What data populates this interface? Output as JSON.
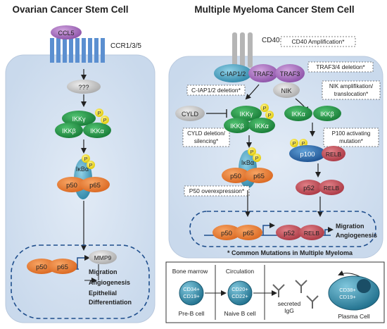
{
  "left_panel": {
    "title": "Ovarian Cancer Stem Cell",
    "ligand": "CCL5",
    "receptor": "CCR1/3/5",
    "unknown": "???",
    "ikk_gamma": "IKKγ",
    "ikk_beta": "IKKβ",
    "ikk_alpha": "IKKα",
    "ikba": "IκBα",
    "p50": "p50",
    "p65": "p65",
    "p_label": "P",
    "mmp9": "MMP9",
    "outcomes": [
      "Migration",
      "Angiogenesis",
      "Epithelial",
      "Differentiation"
    ]
  },
  "right_panel": {
    "title": "Multiple Myeloma Cancer Stem Cell",
    "receptor": "CD40",
    "cd40_amp": "CD40 Amplification*",
    "ciap": "C-IAP1/2",
    "traf2": "TRAF2",
    "traf3": "TRAF3",
    "traf34_del": "TRAF3/4 deletion*",
    "ciap_del": "C-IAP1/2 deletion*",
    "nik": "NIK",
    "nik_amp": "NIK amplifikation/ translocation*",
    "cyld": "CYLD",
    "cyld_del": "CYLD deletion/ silencing*",
    "ikk_gamma": "IKKγ",
    "ikk_beta": "IKKβ",
    "ikk_alpha": "IKKα",
    "ikba": "IκBα",
    "p50": "p50",
    "p65": "p65",
    "p50_over": "P50 overexpression*",
    "p100": "p100",
    "relb": "RELB",
    "p100_mut": "P100 activating mutation*",
    "p52": "p52",
    "p_label": "P",
    "outcomes": [
      "Migration",
      "Angiogenesis"
    ],
    "footnote": "* Common Mutations in Multiple Myeloma"
  },
  "bottom_panel": {
    "bone_marrow": "Bone marrow",
    "circulation": "Circulation",
    "pre_b_markers": [
      "CD34+",
      "CD19+"
    ],
    "naive_b_markers": [
      "CD20+",
      "CD22+"
    ],
    "plasma_markers": [
      "CD38+",
      "CD19+"
    ],
    "pre_b": "Pre-B cell",
    "naive_b": "Naive B cell",
    "secreted": "secreted",
    "igg": "IgG",
    "plasma": "Plasma Cell"
  },
  "colors": {
    "cell": "#d2dfef",
    "green": "#2f9a4e",
    "orange": "#e9803a",
    "red": "#c6505a",
    "teal": "#4fa8c8",
    "purple": "#a86fbf",
    "gray": "#bfbfbf",
    "yellow": "#f2e21f",
    "blue": "#1f4e8c"
  }
}
